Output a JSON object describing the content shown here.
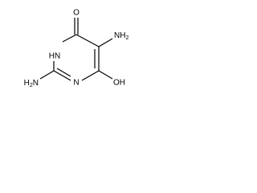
{
  "molecule": {
    "atoms": {
      "o_top": "O",
      "nh2_right": "NH2",
      "n_h": "HN",
      "oh": "OH",
      "nh2_left": "H2N",
      "n": "N"
    }
  }
}
